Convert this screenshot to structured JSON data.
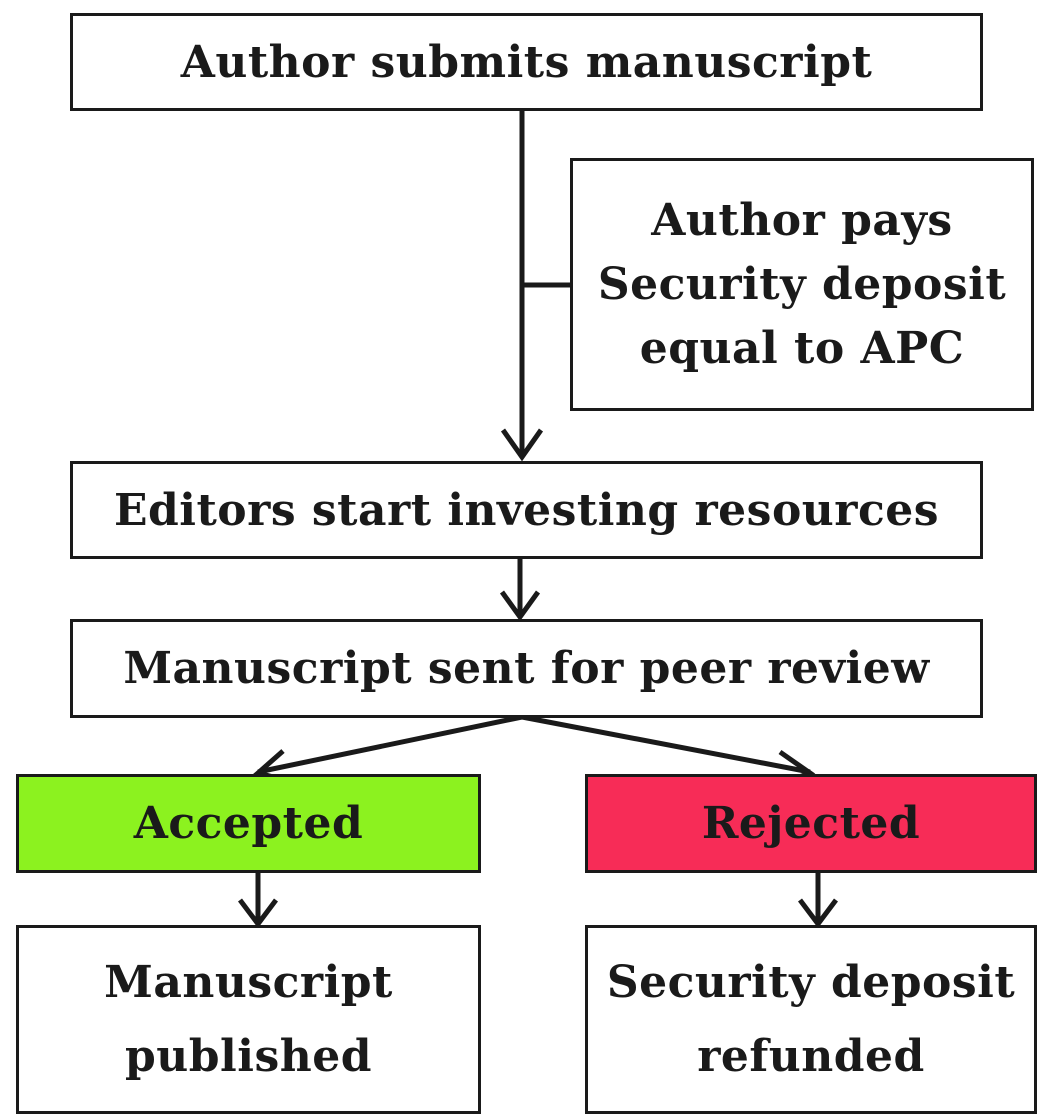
{
  "diagram": {
    "nodes": {
      "submit": {
        "lines": [
          "Author submits manuscript"
        ]
      },
      "deposit": {
        "lines": [
          "Author pays",
          "Security deposit",
          "equal to APC"
        ]
      },
      "editors": {
        "lines": [
          "Editors start investing resources"
        ]
      },
      "review": {
        "lines": [
          "Manuscript sent for peer review"
        ]
      },
      "accepted": {
        "lines": [
          "Accepted"
        ],
        "fill": "#8cf21f"
      },
      "rejected": {
        "lines": [
          "Rejected"
        ],
        "fill": "#f72c57"
      },
      "published": {
        "lines": [
          "Manuscript",
          "published"
        ]
      },
      "refunded": {
        "lines": [
          "Security deposit",
          "refunded"
        ]
      }
    },
    "edges": [
      {
        "from": "submit",
        "to": "editors"
      },
      {
        "from": "deposit",
        "to": "submit-editors-line"
      },
      {
        "from": "editors",
        "to": "review"
      },
      {
        "from": "review",
        "to": "accepted"
      },
      {
        "from": "review",
        "to": "rejected"
      },
      {
        "from": "accepted",
        "to": "published"
      },
      {
        "from": "rejected",
        "to": "refunded"
      }
    ],
    "colors": {
      "stroke": "#1a1a1a",
      "accepted": "#8cf21f",
      "rejected": "#f72c57"
    }
  }
}
